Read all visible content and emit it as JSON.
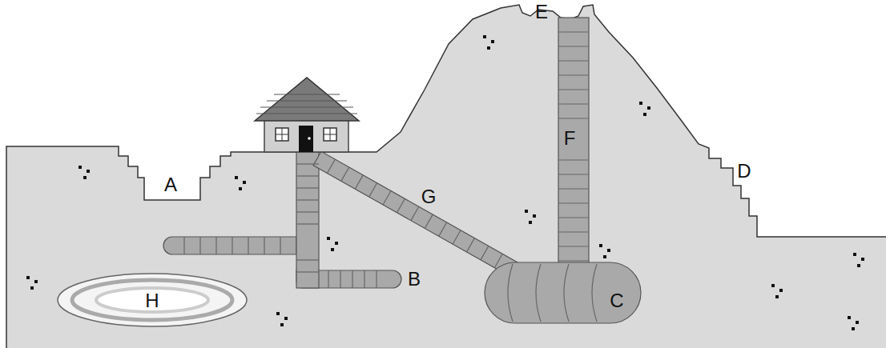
{
  "diagram": {
    "labels": [
      "E",
      "F",
      "D",
      "A",
      "G",
      "B",
      "C",
      "H"
    ]
  }
}
